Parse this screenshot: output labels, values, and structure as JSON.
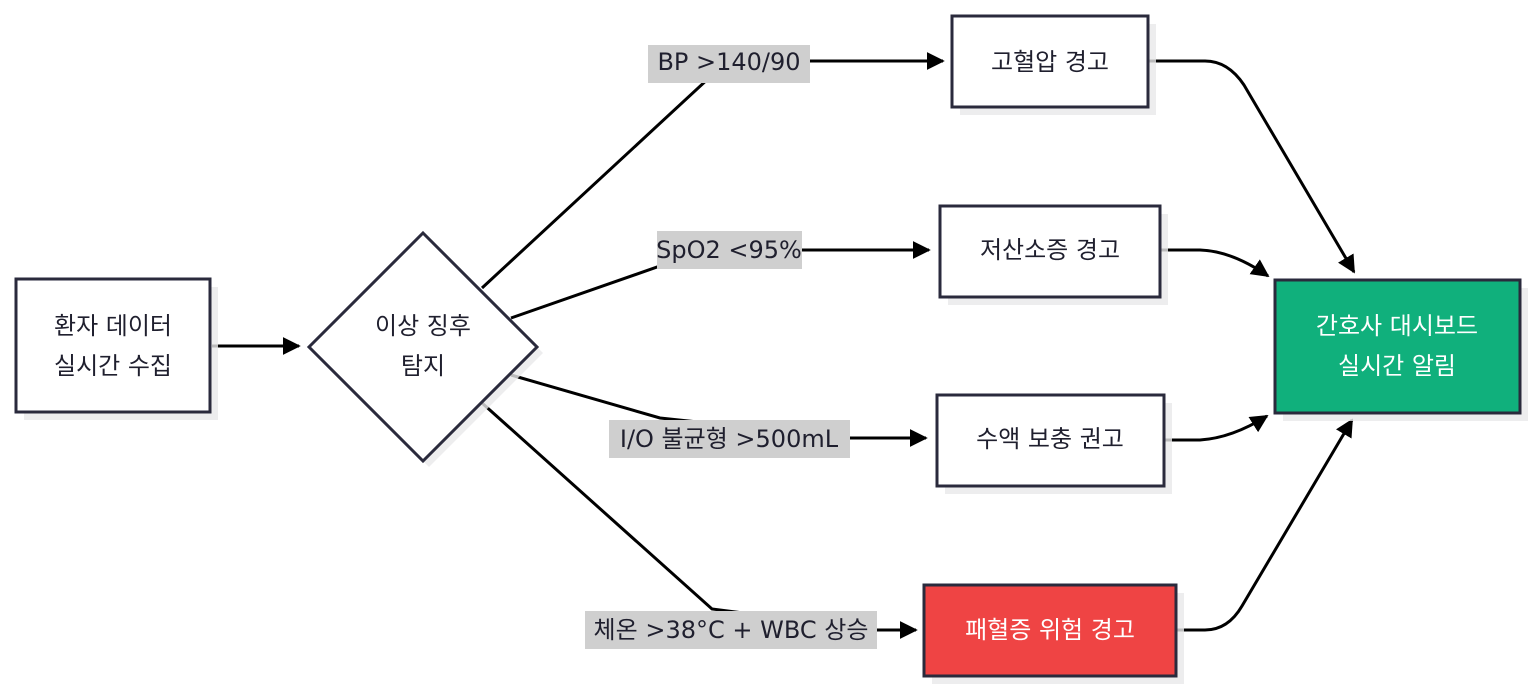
{
  "colors": {
    "stroke": "#2a2a3c",
    "dashboard_fill": "#10b07c",
    "sepsis_fill": "#ef4444",
    "label_bg": "#cfcfcf",
    "box_fill": "#ffffff"
  },
  "nodes": {
    "collect": {
      "line1": "환자 데이터",
      "line2": "실시간 수집"
    },
    "detect": {
      "line1": "이상 징후",
      "line2": "탐지"
    },
    "hypertension": {
      "label": "고혈압 경고"
    },
    "hypoxia": {
      "label": "저산소증 경고"
    },
    "fluid": {
      "label": "수액 보충 권고"
    },
    "sepsis": {
      "label": "패혈증 위험 경고"
    },
    "dashboard": {
      "line1": "간호사 대시보드",
      "line2": "실시간 알림"
    }
  },
  "edges": {
    "bp": "BP >140/90",
    "spo2": "SpO2 <95%",
    "io": "I/O 불균형 >500mL",
    "temp": "체온 >38°C + WBC 상승"
  }
}
